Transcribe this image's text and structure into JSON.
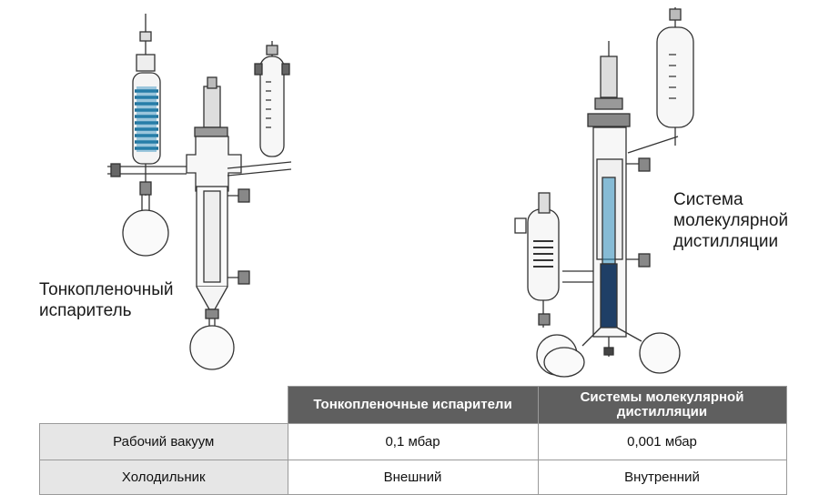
{
  "captions": {
    "left": "Тонкопленочный испаритель",
    "right": "Система молекулярной дистилляции"
  },
  "table": {
    "headers": [
      "Тонкопленочные испарители",
      "Системы молекулярной дистилляции"
    ],
    "rows": [
      {
        "label": "Рабочий вакуум",
        "values": [
          "0,1 мбар",
          "0,001 мбар"
        ]
      },
      {
        "label": "Холодильник",
        "values": [
          "Внешний",
          "Внутренний"
        ]
      }
    ]
  },
  "colors": {
    "header_bg": "#5f5f5f",
    "row_label_bg": "#e6e6e6",
    "coil_blue": "#2f8fbf",
    "glass_line": "#333333"
  }
}
